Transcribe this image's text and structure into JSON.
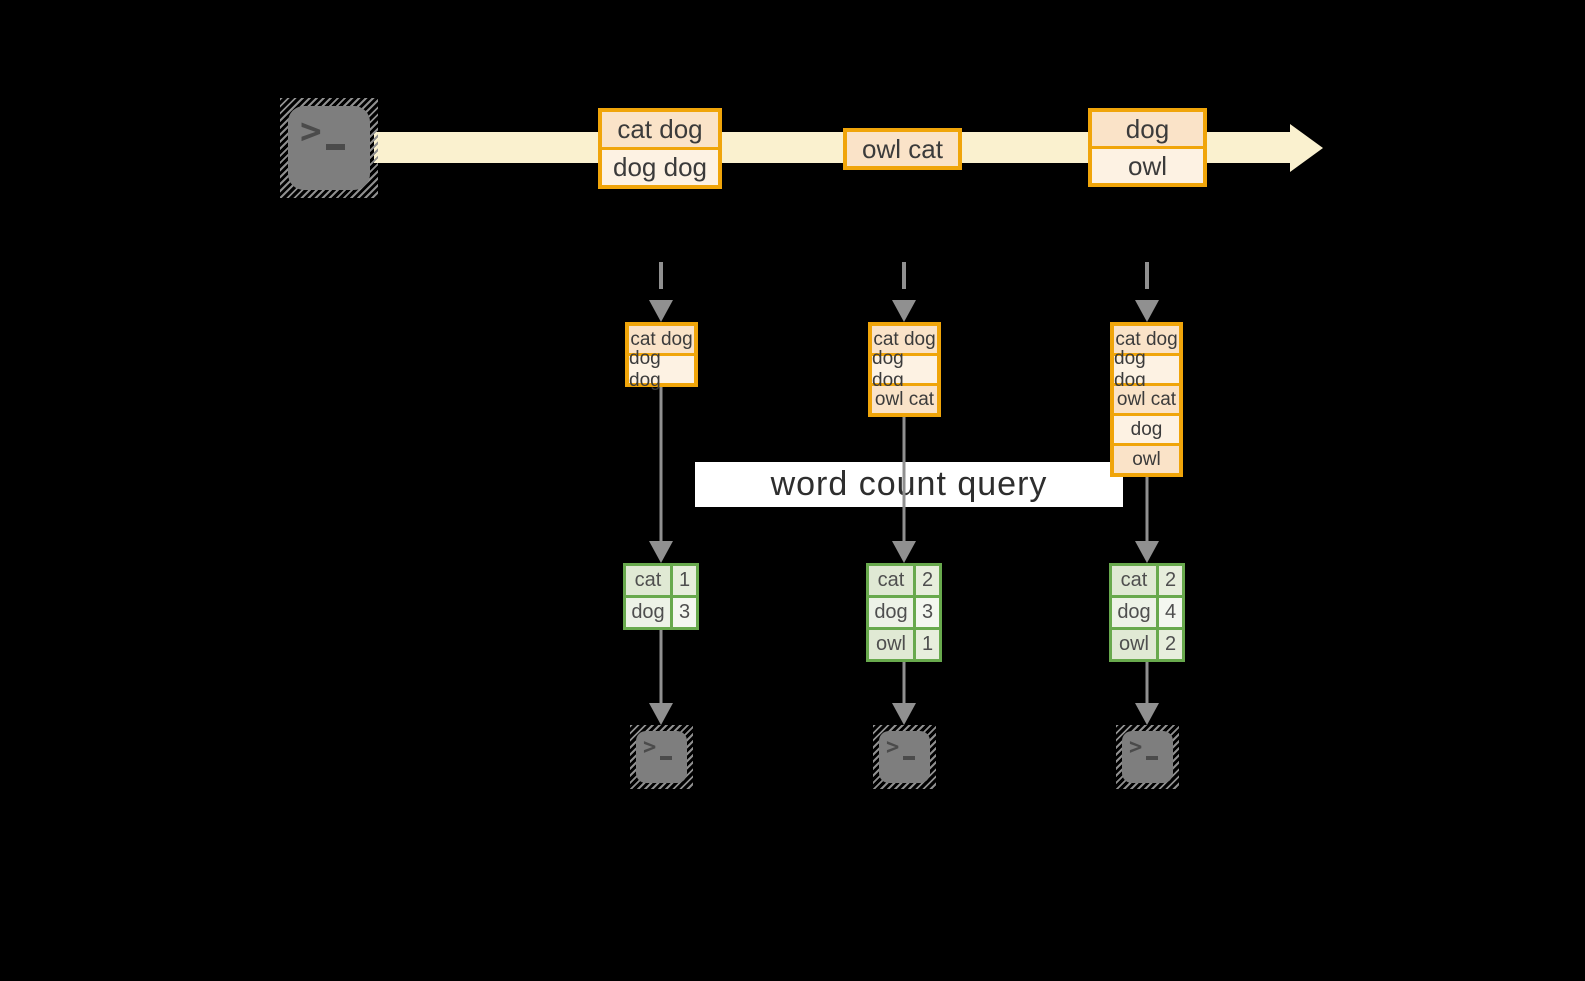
{
  "labels": {
    "query": "word count query"
  },
  "icons": {
    "terminal_glyph": ">"
  },
  "timeline": {
    "batches": [
      {
        "lines": [
          "cat dog",
          "dog dog"
        ]
      },
      {
        "lines": [
          "owl cat"
        ]
      },
      {
        "lines": [
          "dog",
          "owl"
        ]
      }
    ]
  },
  "columns": [
    {
      "stack": [
        "cat dog",
        "dog dog"
      ],
      "counts": [
        {
          "word": "cat",
          "count": 1
        },
        {
          "word": "dog",
          "count": 3
        }
      ]
    },
    {
      "stack": [
        "cat dog",
        "dog dog",
        "owl cat"
      ],
      "counts": [
        {
          "word": "cat",
          "count": 2
        },
        {
          "word": "dog",
          "count": 3
        },
        {
          "word": "owl",
          "count": 1
        }
      ]
    },
    {
      "stack": [
        "cat dog",
        "dog dog",
        "owl cat",
        "dog",
        "owl"
      ],
      "counts": [
        {
          "word": "cat",
          "count": 2
        },
        {
          "word": "dog",
          "count": 4
        },
        {
          "word": "owl",
          "count": 2
        }
      ]
    }
  ],
  "colors": {
    "background": "#000000",
    "stream-band": "#FAF1CF",
    "batch-border": "#F0A50A",
    "batch-cell-a": "#FAE3C8",
    "batch-cell-b": "#FDF2E3",
    "table-border": "#68A94D",
    "table-cell-a": "#E0E9D4",
    "table-cell-a2": "#E7EEDC",
    "table-cell-b": "#EDF2E7",
    "table-cell-b2": "#F4F7F0",
    "arrow-gray": "#909090",
    "icon-gray": "#7E7E7E",
    "label-bg": "#FFFFFF",
    "ink": "#3B3B3B"
  }
}
